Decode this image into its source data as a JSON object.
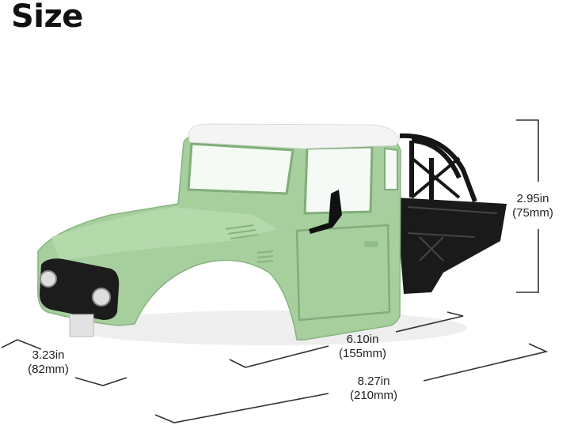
{
  "title": "Size",
  "dimensions": {
    "height": {
      "inch": "2.95in",
      "mm": "(75mm)"
    },
    "width": {
      "inch": "3.23in",
      "mm": "(82mm)"
    },
    "cab_length": {
      "inch": "6.10in",
      "mm": "(155mm)"
    },
    "total_length": {
      "inch": "8.27in",
      "mm": "(210mm)"
    }
  },
  "colors": {
    "body_green": "#a7cf9e",
    "body_shadow": "#86b37e",
    "roof_white": "#f4f4f4",
    "cage_black": "#161616",
    "line_gray": "#333333"
  }
}
